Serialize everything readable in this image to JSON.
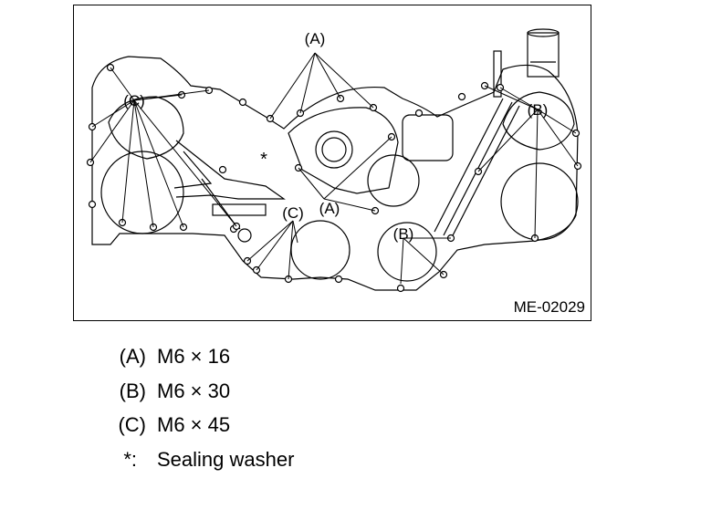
{
  "diagram": {
    "id": "ME-02029",
    "callouts": {
      "A": "(A)",
      "B": "(B)",
      "C": "(C)",
      "asterisk": "*"
    }
  },
  "legend": [
    {
      "key": "(A)",
      "value": "M6 × 16"
    },
    {
      "key": "(B)",
      "value": "M6 × 30"
    },
    {
      "key": "(C)",
      "value": "M6 × 45"
    },
    {
      "key": "*:",
      "value": "Sealing washer"
    }
  ]
}
